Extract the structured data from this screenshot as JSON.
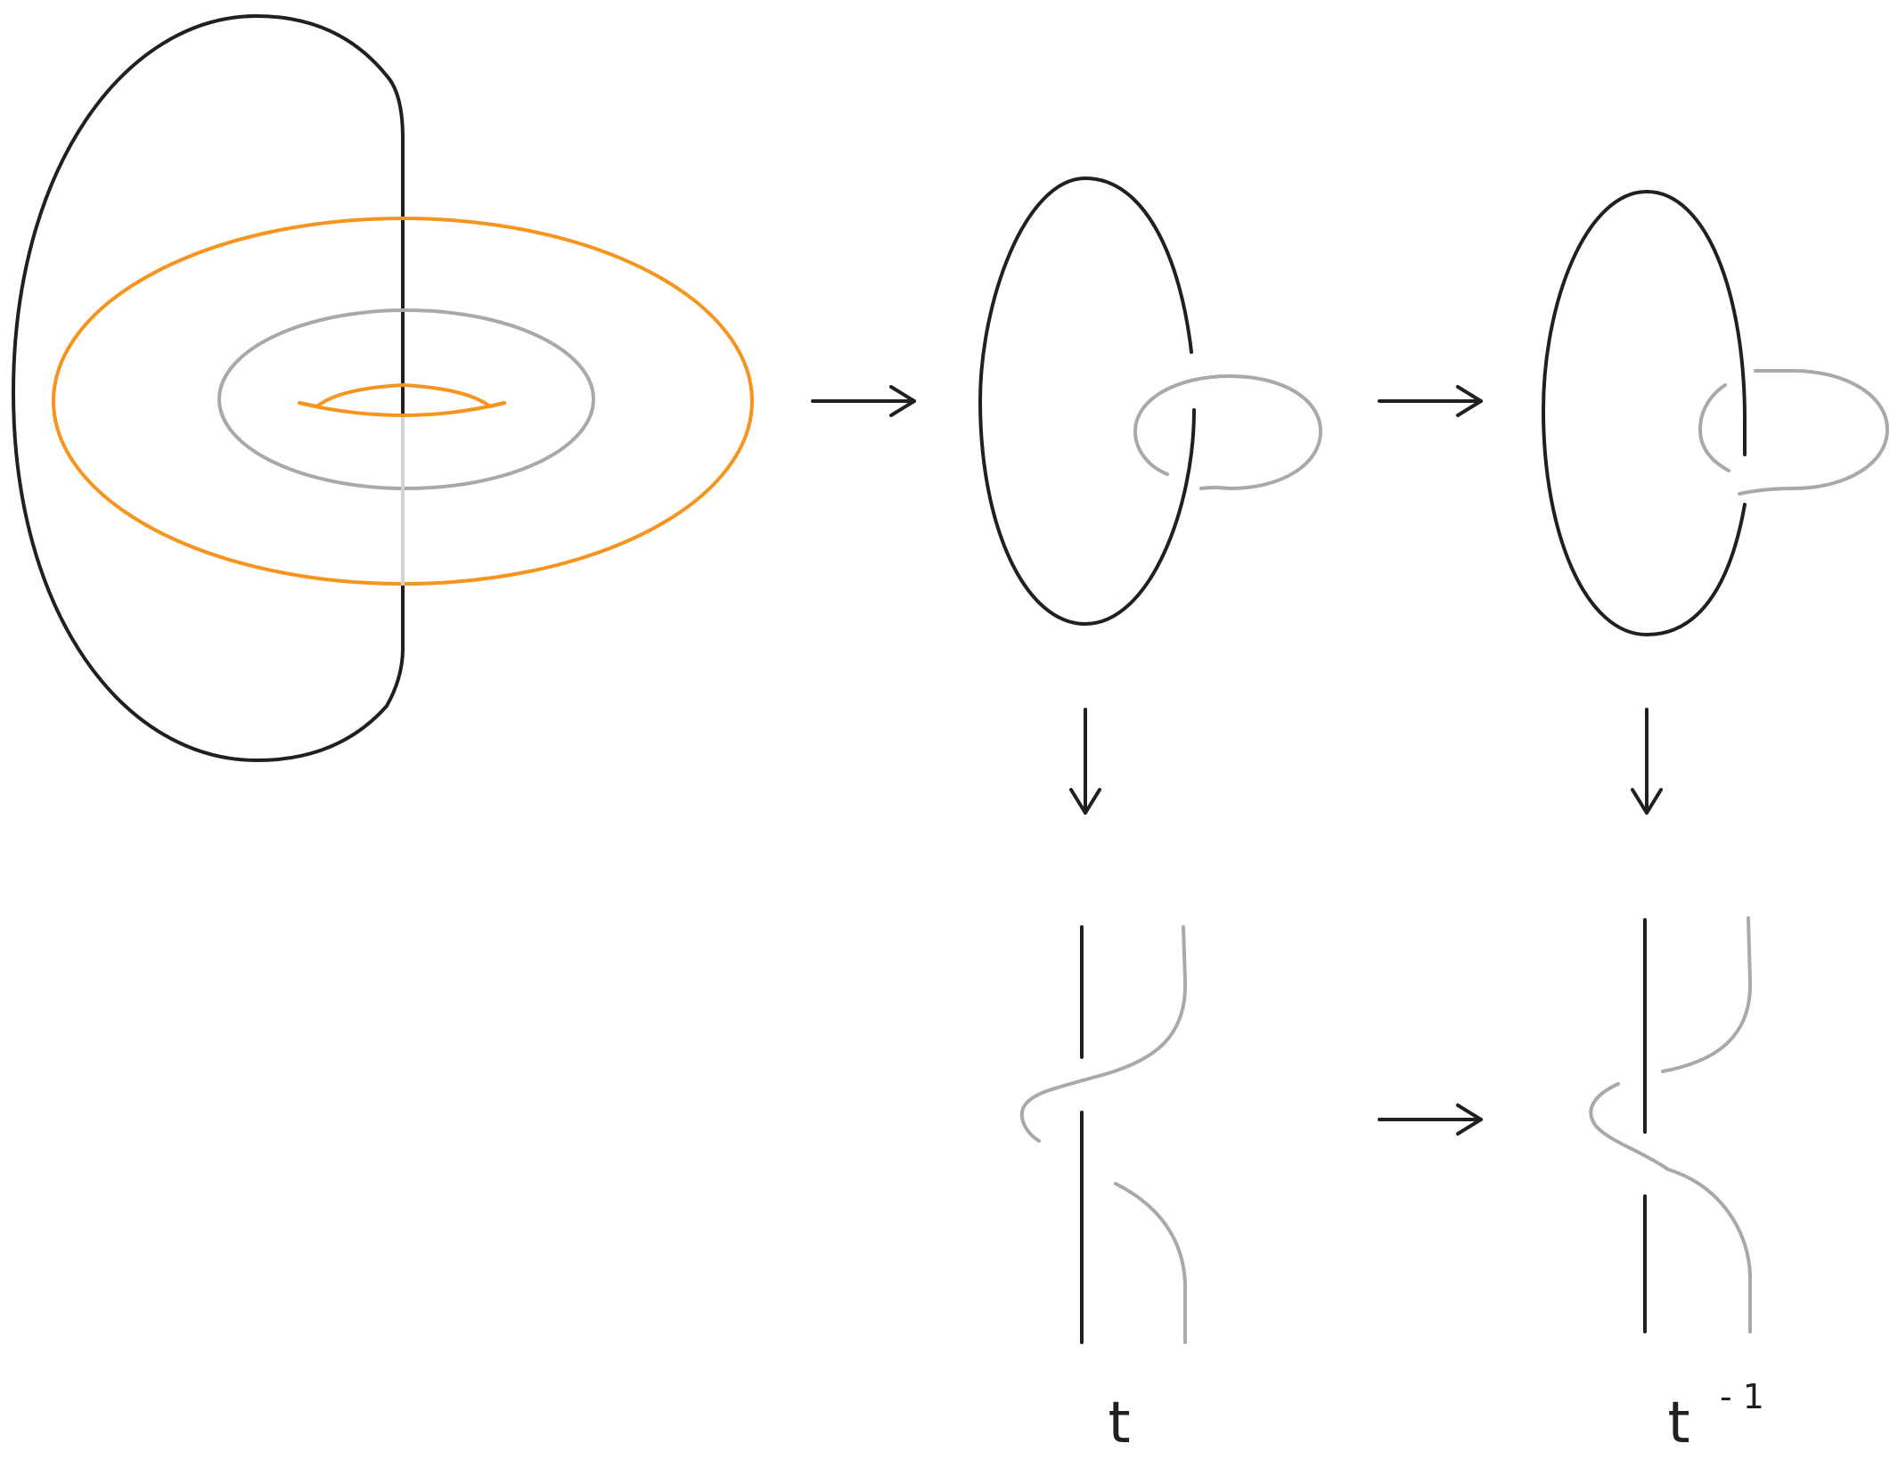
{
  "colors": {
    "black_strand": "#231f20",
    "gray_strand": "#a7a9ac",
    "light_gray_strand": "#d1d3d4",
    "orange_strand": "#f7941d",
    "arrow": "#231f20"
  },
  "labels": {
    "left_braid": "t",
    "right_braid_base": "t",
    "right_braid_exponent": "- 1"
  }
}
